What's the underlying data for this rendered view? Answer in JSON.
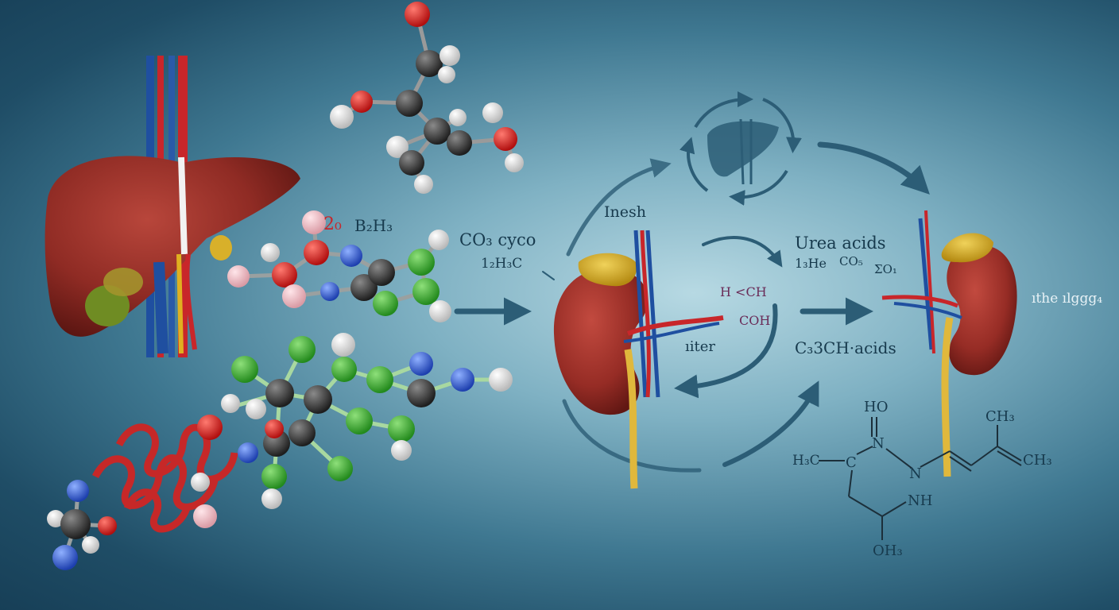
{
  "labels": {
    "b2h3": "B₂H₃",
    "red2": "2₀",
    "co3_cyco": "CO₃ cyco",
    "l2h3c": "1₂H₃C",
    "inesh": "Inesh",
    "urea_acids": "Urea acids",
    "l3he": "1₃He",
    "co5": "CO₅",
    "eo1": "ΣO₁",
    "h_ch": "H <CH",
    "coh": "COH",
    "liter": "ıiter",
    "c3ch_acids": "C₃3CH·acids",
    "the_lggg": "ıthe ılggg₄",
    "chem": {
      "ho": "HO",
      "ch3_top": "CH₃",
      "h3c": "H₃C",
      "c": "C",
      "n1": "N",
      "n2": "N",
      "ch3_right": "CH₃",
      "nh": "NH",
      "oh3": "OH₃"
    }
  },
  "colors": {
    "organ_red": "#8f2b24",
    "vessel_blue": "#1f4fa0",
    "vessel_red": "#c8262a",
    "arrow": "#2c5d76",
    "atom_green": "#3aa52c",
    "atom_blue": "#2d59c9",
    "atom_red": "#cc1f1f",
    "atom_gray": "#3a3a3a",
    "atom_white": "#eeeeee"
  }
}
